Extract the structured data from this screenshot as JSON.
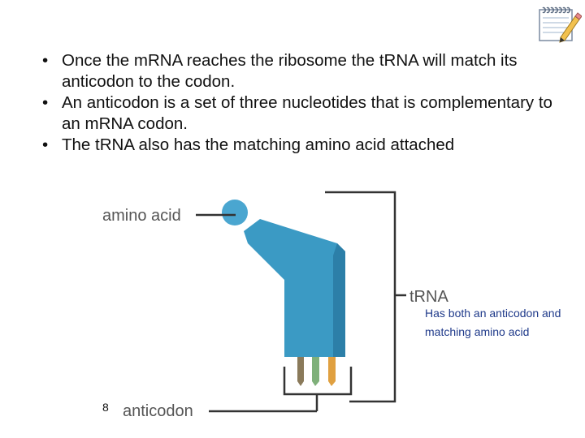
{
  "slide": {
    "bullets": [
      "Once the mRNA reaches the ribosome the tRNA will match its anticodon to the codon.",
      "An anticodon is a set of three nucleotides that is complementary to an mRNA codon.",
      "The tRNA also has the matching amino acid attached"
    ],
    "bullet_glyph": "•",
    "page_number": "8"
  },
  "diagram": {
    "labels": {
      "amino_acid": "amino acid",
      "trna": "tRNA",
      "anticodon": "anticodon"
    },
    "annotation": "Has both an anticodon and matching amino acid",
    "colors": {
      "trna_body": "#3b9ac4",
      "trna_dark": "#2c7fa8",
      "amino_acid": "#4aa6d0",
      "base_1": "#8a7a5a",
      "base_2": "#7fb07a",
      "base_3": "#e0a040",
      "label_text": "#555555",
      "annotation_text": "#1f3a8a"
    }
  },
  "icons": {
    "corner": "notepad-pencil-icon"
  }
}
